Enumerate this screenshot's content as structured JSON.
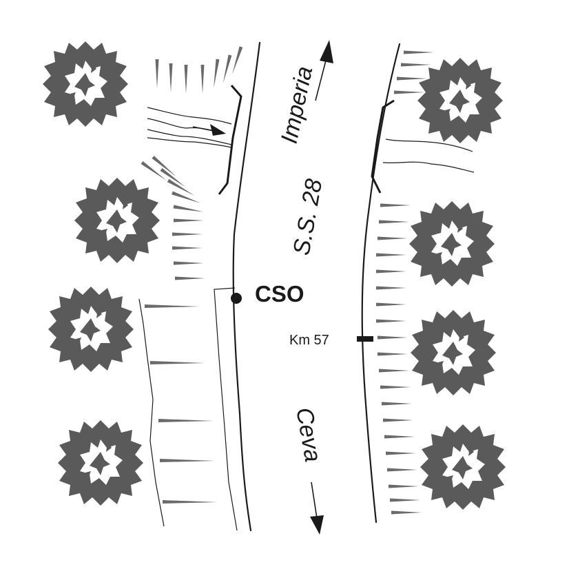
{
  "labels": {
    "road_name": "S.S. 28",
    "direction_north": "Imperia",
    "direction_south": "Ceva",
    "station": "CSO",
    "kilometer": "Km 57"
  },
  "colors": {
    "line": "#1a1a1a",
    "vegetation": "#5a5a5a",
    "hachure": "#6a6a6a",
    "background": "#ffffff"
  },
  "icons": {
    "tree": "tree-canopy-icon",
    "station_marker": "station-dot-icon",
    "km_marker": "kilometer-tick-icon",
    "direction_arrow": "arrow-icon"
  }
}
